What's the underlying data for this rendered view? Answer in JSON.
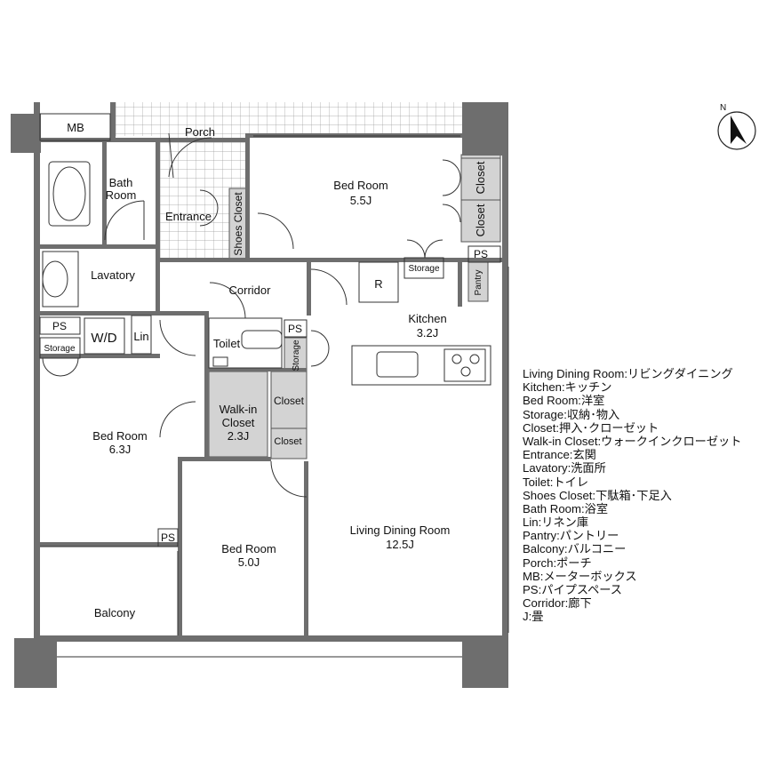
{
  "floorplan": {
    "rooms": {
      "mb": "MB",
      "porch": "Porch",
      "bed_north": {
        "name": "Bed Room",
        "size": "5.5J"
      },
      "bath": {
        "line1": "Bath",
        "line2": "Room"
      },
      "entrance": "Entrance",
      "shoes_closet": "Shoes Closet",
      "closet_ne_1": "Closet",
      "closet_ne_2": "Closet",
      "storage_n": "Storage",
      "ps_ne": "PS",
      "pantry": "Pantry",
      "lavatory": "Lavatory",
      "corridor": "Corridor",
      "fridge": "R",
      "kitchen": {
        "name": "Kitchen",
        "size": "3.2J"
      },
      "ps_w": "PS",
      "wd": "W/D",
      "lin": "Lin",
      "storage_w": "Storage",
      "toilet": "Toilet",
      "ps_c": "PS",
      "storage_c": "Storage",
      "walkin": {
        "line1": "Walk-in",
        "line2": "Closet",
        "size": "2.3J"
      },
      "closet_c1": "Closet",
      "closet_c2": "Closet",
      "bed_west": {
        "name": "Bed Room",
        "size": "6.3J"
      },
      "ps_s": "PS",
      "bed_south": {
        "name": "Bed Room",
        "size": "5.0J"
      },
      "ldk": {
        "name": "Living Dining Room",
        "size": "12.5J"
      },
      "balcony": "Balcony"
    },
    "north_label": "N"
  },
  "legend": [
    "Living Dining Room:リビングダイニング",
    "Kitchen:キッチン",
    "Bed Room:洋室",
    "Storage:収納･物入",
    "Closet:押入･クローゼット",
    "Walk-in Closet:ウォークインクローゼット",
    "Entrance:玄関",
    "Lavatory:洗面所",
    "Toilet:トイレ",
    "Shoes Closet:下駄箱･下足入",
    "Bath Room:浴室",
    "Lin:リネン庫",
    "Pantry:パントリー",
    "Balcony:バルコニー",
    "Porch:ポーチ",
    "MB:メーターボックス",
    "PS:パイプスペース",
    "Corridor:廊下",
    "J:畳"
  ],
  "colors": {
    "wall": "#6e6e6e",
    "closet_fill": "#d3d3d3",
    "line": "#333333"
  }
}
